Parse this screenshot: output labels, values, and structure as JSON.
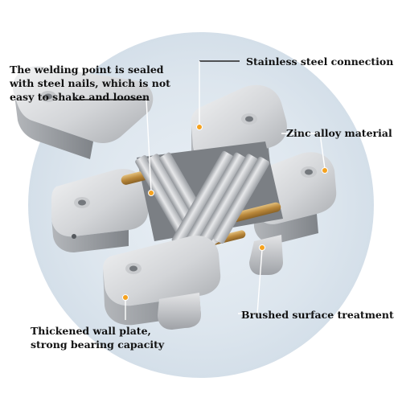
{
  "colors": {
    "halo": "#dce6ef",
    "pointer": "#f5a21f",
    "metal_light": "#e6e7e9",
    "metal_mid": "#c5c7ca",
    "metal_dark": "#8e9196",
    "pin": "#c99a4a"
  },
  "callouts": {
    "weld": {
      "line1": "The welding point is sealed",
      "line2": "with steel nails, which is not",
      "line3": "easy to shake and loosen"
    },
    "steel": {
      "line1": "Stainless steel connection"
    },
    "zinc": {
      "line1": "Zinc alloy material"
    },
    "brushed": {
      "line1": "Brushed surface treatment"
    },
    "plate": {
      "line1": "Thickened wall plate,",
      "line2": "strong bearing capacity"
    }
  }
}
